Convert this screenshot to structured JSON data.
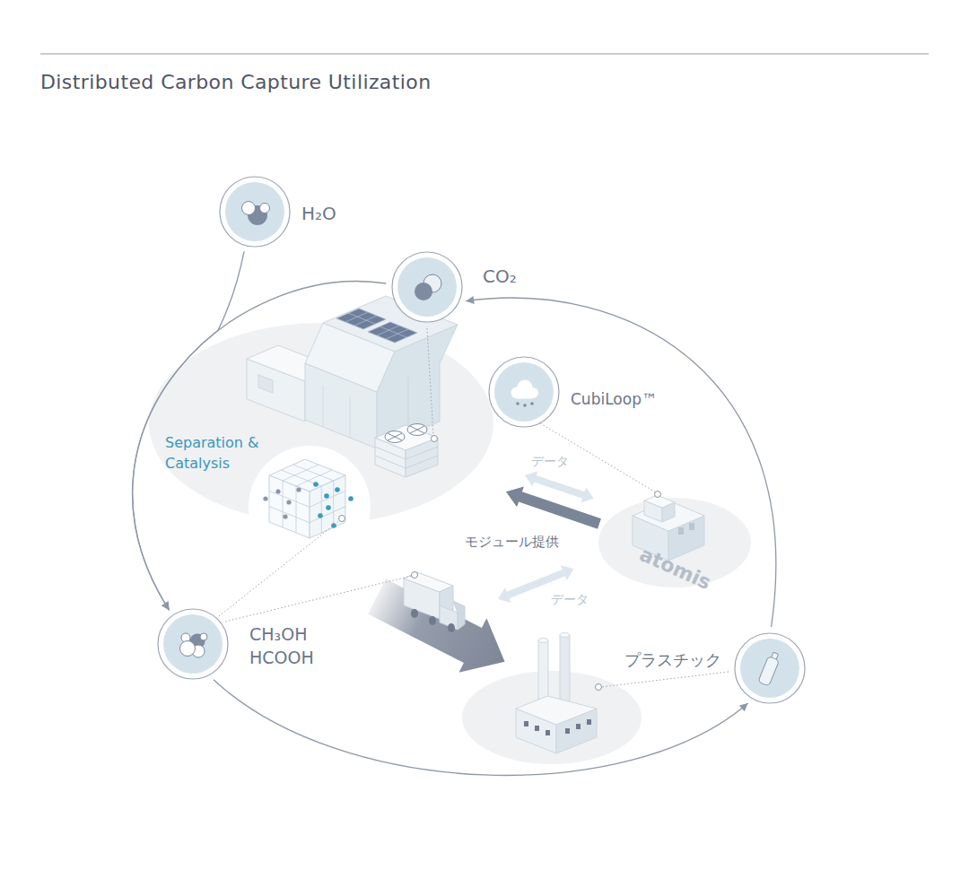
{
  "diagram": {
    "title": "Distributed Carbon Capture Utilization",
    "nodes": [
      {
        "text": [
          "H₂O"
        ]
      },
      {
        "text": [
          "CO₂"
        ]
      },
      {
        "text": [
          "CubiLoop™"
        ]
      },
      {
        "text": [
          "CH₃OH HCOOH"
        ]
      },
      {
        "text": [
          "プラスチック"
        ]
      }
    ],
    "edges": [
      {
        "from": 1,
        "to": 3,
        "arrow": "to"
      },
      {
        "from": 0,
        "to": 3,
        "arrow": "to"
      },
      {
        "from": 3,
        "to": 4,
        "arrow": "to"
      },
      {
        "from": 4,
        "to": 1,
        "arrow": "to"
      }
    ],
    "labels": [
      "Separation & Catalysis",
      "データ",
      "モジュール提供",
      "atomis",
      "データ"
    ]
  }
}
